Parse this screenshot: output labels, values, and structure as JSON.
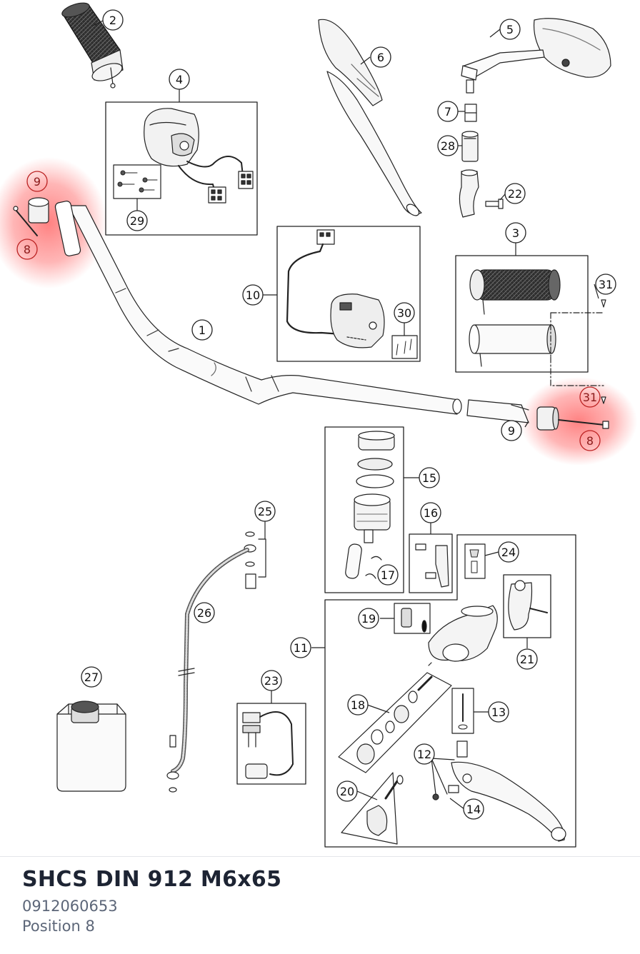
{
  "colors": {
    "highlight": "#ff6b6b",
    "line": "#222222",
    "fill": "#f7f7f7",
    "dark": "#3a3a3a"
  },
  "callouts": [
    {
      "id": "c2",
      "label": "2"
    },
    {
      "id": "c4",
      "label": "4"
    },
    {
      "id": "c29",
      "label": "29"
    },
    {
      "id": "c6",
      "label": "6"
    },
    {
      "id": "c5",
      "label": "5"
    },
    {
      "id": "c7",
      "label": "7"
    },
    {
      "id": "c28",
      "label": "28"
    },
    {
      "id": "c22",
      "label": "22"
    },
    {
      "id": "c9a",
      "label": "9",
      "highlighted": true
    },
    {
      "id": "c8a",
      "label": "8",
      "highlighted": true
    },
    {
      "id": "c1",
      "label": "1"
    },
    {
      "id": "c10",
      "label": "10"
    },
    {
      "id": "c30",
      "label": "30"
    },
    {
      "id": "c3",
      "label": "3"
    },
    {
      "id": "c31a",
      "label": "31"
    },
    {
      "id": "c31b",
      "label": "31",
      "highlighted": true
    },
    {
      "id": "c9b",
      "label": "9"
    },
    {
      "id": "c8b",
      "label": "8",
      "highlighted": true
    },
    {
      "id": "c15",
      "label": "15"
    },
    {
      "id": "c16",
      "label": "16"
    },
    {
      "id": "c17",
      "label": "17"
    },
    {
      "id": "c25",
      "label": "25"
    },
    {
      "id": "c24",
      "label": "24"
    },
    {
      "id": "c26",
      "label": "26"
    },
    {
      "id": "c19",
      "label": "19"
    },
    {
      "id": "c11",
      "label": "11"
    },
    {
      "id": "c21",
      "label": "21"
    },
    {
      "id": "c27",
      "label": "27"
    },
    {
      "id": "c23",
      "label": "23"
    },
    {
      "id": "c18",
      "label": "18"
    },
    {
      "id": "c13",
      "label": "13"
    },
    {
      "id": "c12",
      "label": "12"
    },
    {
      "id": "c20",
      "label": "20"
    },
    {
      "id": "c14",
      "label": "14"
    }
  ],
  "part": {
    "name": "SHCS DIN 912 M6x65",
    "number": "0912060653",
    "position": "Position 8"
  }
}
